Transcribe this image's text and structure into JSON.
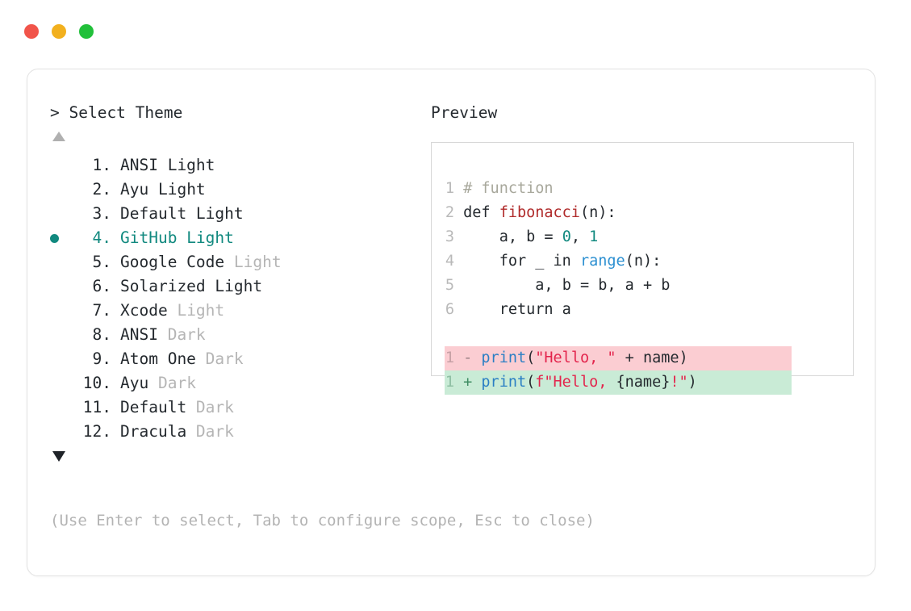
{
  "window": {
    "dots": [
      {
        "name": "close-dot",
        "color": "#f1544a"
      },
      {
        "name": "minimize-dot",
        "color": "#f2b01e"
      },
      {
        "name": "maximize-dot",
        "color": "#21c03a"
      }
    ]
  },
  "left_panel": {
    "prompt_symbol": ">",
    "title": "> Select Theme",
    "scroll_up_icon": "triangle-up-icon",
    "scroll_down_icon": "triangle-down-icon",
    "selected_index": 4,
    "selection_bullet_color": "#11897f",
    "selected_color": "#11897f",
    "dim_color": "#b5b5b5",
    "items": [
      {
        "number": " 1.",
        "name": "ANSI",
        "suffix": "Light",
        "suffix_dim": false,
        "selected": false
      },
      {
        "number": " 2.",
        "name": "Ayu",
        "suffix": "Light",
        "suffix_dim": false,
        "selected": false
      },
      {
        "number": " 3.",
        "name": "Default",
        "suffix": "Light",
        "suffix_dim": false,
        "selected": false
      },
      {
        "number": " 4.",
        "name": "GitHub",
        "suffix": "Light",
        "suffix_dim": false,
        "selected": true
      },
      {
        "number": " 5.",
        "name": "Google Code",
        "suffix": "Light",
        "suffix_dim": true,
        "selected": false
      },
      {
        "number": " 6.",
        "name": "Solarized",
        "suffix": "Light",
        "suffix_dim": false,
        "selected": false
      },
      {
        "number": " 7.",
        "name": "Xcode",
        "suffix": "Light",
        "suffix_dim": true,
        "selected": false
      },
      {
        "number": " 8.",
        "name": "ANSI",
        "suffix": "Dark",
        "suffix_dim": true,
        "selected": false
      },
      {
        "number": " 9.",
        "name": "Atom One",
        "suffix": "Dark",
        "suffix_dim": true,
        "selected": false
      },
      {
        "number": "10.",
        "name": "Ayu",
        "suffix": "Dark",
        "suffix_dim": true,
        "selected": false
      },
      {
        "number": "11.",
        "name": "Default",
        "suffix": "Dark",
        "suffix_dim": true,
        "selected": false
      },
      {
        "number": "12.",
        "name": "Dracula",
        "suffix": "Dark",
        "suffix_dim": true,
        "selected": false
      }
    ]
  },
  "right_panel": {
    "title": "Preview",
    "code": {
      "lines": [
        {
          "n": "1",
          "text": "# function"
        },
        {
          "n": "2",
          "text": "def fibonacci(n):"
        },
        {
          "n": "3",
          "text": "    a, b = 0, 1"
        },
        {
          "n": "4",
          "text": "    for _ in range(n):"
        },
        {
          "n": "5",
          "text": "        a, b = b, a + b"
        },
        {
          "n": "6",
          "text": "    return a"
        }
      ]
    },
    "diff": {
      "removed": {
        "n": "1",
        "marker": "-",
        "text": "print(\"Hello, \" + name)"
      },
      "added": {
        "n": "1",
        "marker": "+",
        "text": "print(f\"Hello, {name}!\")"
      },
      "removed_bg": "#fbcdd2",
      "added_bg": "#c9ebd6"
    }
  },
  "footer": {
    "hint": "(Use Enter to select, Tab to configure scope, Esc to close)"
  }
}
